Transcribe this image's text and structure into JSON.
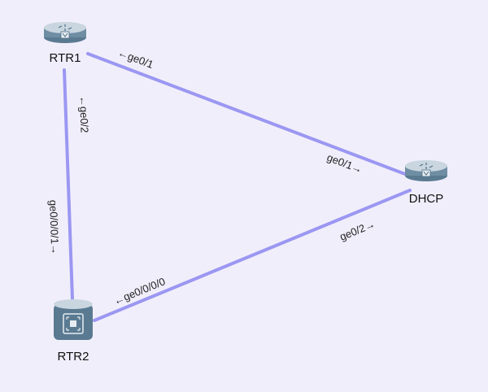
{
  "colors": {
    "background": "#f1eefb",
    "link": "#9b97f2",
    "device_dark": "#4f6f86",
    "device_light": "#c9d6e0"
  },
  "nodes": [
    {
      "id": "rtr1",
      "label": "RTR1",
      "icon": "router-icon"
    },
    {
      "id": "dhcp",
      "label": "DHCP",
      "icon": "router-icon"
    },
    {
      "id": "rtr2",
      "label": "RTR2",
      "icon": "switch-icon"
    }
  ],
  "links": [
    {
      "id": "rtr1-dhcp",
      "from": "rtr1",
      "to": "dhcp",
      "from_port": "←ge0/1",
      "to_port": "ge0/1→"
    },
    {
      "id": "rtr1-rtr2",
      "from": "rtr1",
      "to": "rtr2",
      "from_port": "←ge0/2",
      "to_port": "ge0/0/0/1→"
    },
    {
      "id": "rtr2-dhcp",
      "from": "rtr2",
      "to": "dhcp",
      "from_port": "←ge0/0/0/0",
      "to_port": "ge0/2→"
    }
  ]
}
